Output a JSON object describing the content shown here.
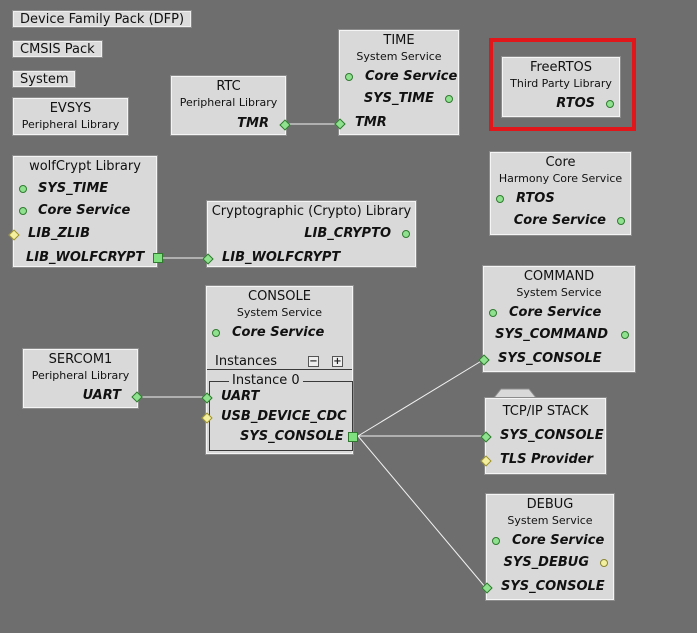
{
  "buttons": {
    "dfp": "Device Family Pack (DFP)",
    "cmsis": "CMSIS Pack",
    "system": "System"
  },
  "evsys": {
    "title": "EVSYS",
    "sub": "Peripheral Library"
  },
  "rtc": {
    "title": "RTC",
    "sub": "Peripheral Library",
    "tmr": "TMR"
  },
  "time": {
    "title": "TIME",
    "sub": "System Service",
    "core": "Core Service",
    "sys_time": "SYS_TIME",
    "tmr": "TMR"
  },
  "freertos": {
    "title": "FreeRTOS",
    "sub": "Third Party Library",
    "rtos": "RTOS"
  },
  "core": {
    "title": "Core",
    "sub": "Harmony Core Service",
    "rtos": "RTOS",
    "core": "Core Service"
  },
  "wolfcrypt": {
    "title": "wolfCrypt Library",
    "sys_time": "SYS_TIME",
    "core": "Core Service",
    "lib_zlib": "LIB_ZLIB",
    "lib_wolfcrypt": "LIB_WOLFCRYPT"
  },
  "crypto": {
    "title": "Cryptographic (Crypto) Library",
    "lib_crypto": "LIB_CRYPTO",
    "lib_wolfcrypt": "LIB_WOLFCRYPT"
  },
  "command": {
    "title": "COMMAND",
    "sub": "System Service",
    "core": "Core Service",
    "sys_command": "SYS_COMMAND",
    "sys_console": "SYS_CONSOLE"
  },
  "console": {
    "title": "CONSOLE",
    "sub": "System Service",
    "core": "Core Service",
    "instances": "Instances",
    "instance0": "Instance 0",
    "uart": "UART",
    "usb": "USB_DEVICE_CDC",
    "sys_console": "SYS_CONSOLE",
    "minus": "−",
    "plus": "+"
  },
  "sercom1": {
    "title": "SERCOM1",
    "sub": "Peripheral Library",
    "uart": "UART"
  },
  "tcpip": {
    "title": "TCP/IP STACK",
    "sys_console": "SYS_CONSOLE",
    "tls": "TLS Provider"
  },
  "debug": {
    "title": "DEBUG",
    "sub": "System Service",
    "core": "Core Service",
    "sys_debug": "SYS_DEBUG",
    "sys_console": "SYS_CONSOLE"
  }
}
